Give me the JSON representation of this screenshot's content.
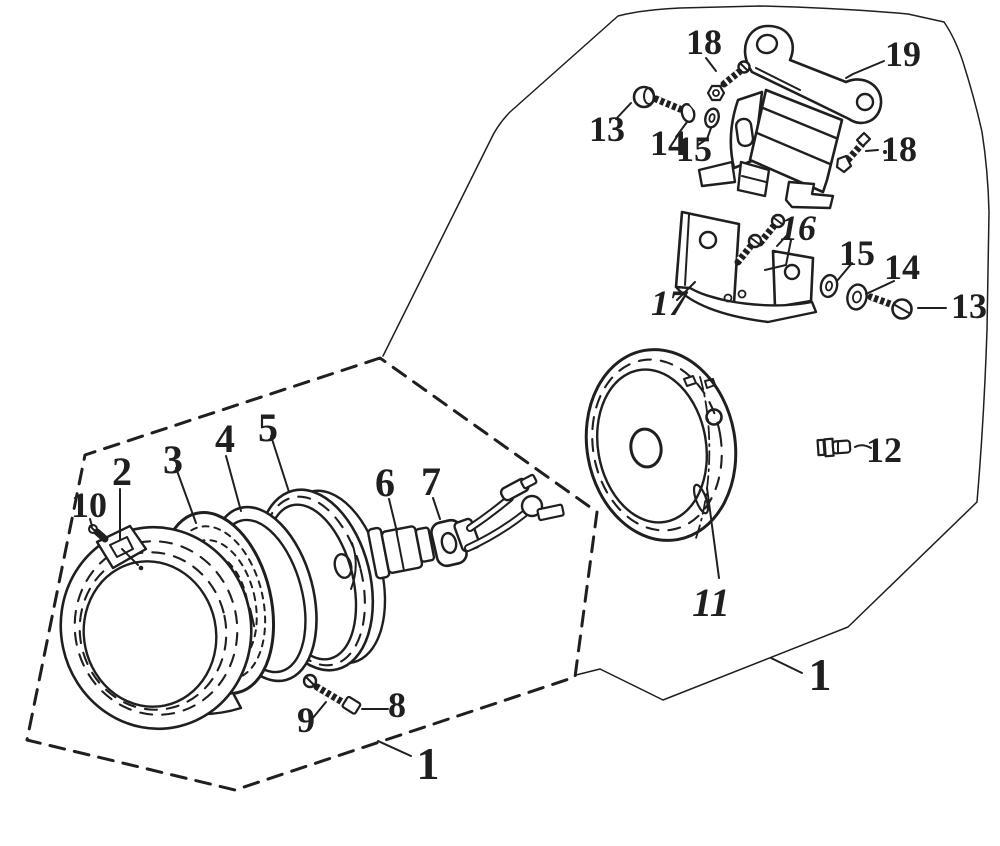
{
  "canvas": {
    "background": "#ffffff",
    "ink": "#1f1f1f"
  },
  "labels": {
    "l1_left": {
      "text": "1"
    },
    "l1_right": {
      "text": "1"
    },
    "l2": {
      "text": "2"
    },
    "l3": {
      "text": "3"
    },
    "l4": {
      "text": "4"
    },
    "l5": {
      "text": "5"
    },
    "l6": {
      "text": "6"
    },
    "l7": {
      "text": "7"
    },
    "l8": {
      "text": "8"
    },
    "l9": {
      "text": "9"
    },
    "l10": {
      "text": "10"
    },
    "l11": {
      "text": "11"
    },
    "l12": {
      "text": "12"
    },
    "l13_top_left": {
      "text": "13"
    },
    "l13_right": {
      "text": "13"
    },
    "l14_top": {
      "text": "14"
    },
    "l14_right": {
      "text": "14"
    },
    "l15_top": {
      "text": "15"
    },
    "l15_right": {
      "text": "15"
    },
    "l16": {
      "text": "16"
    },
    "l17": {
      "text": "17"
    },
    "l18_top": {
      "text": "18"
    },
    "l18_right": {
      "text": "18"
    },
    "l19": {
      "text": "19"
    }
  }
}
